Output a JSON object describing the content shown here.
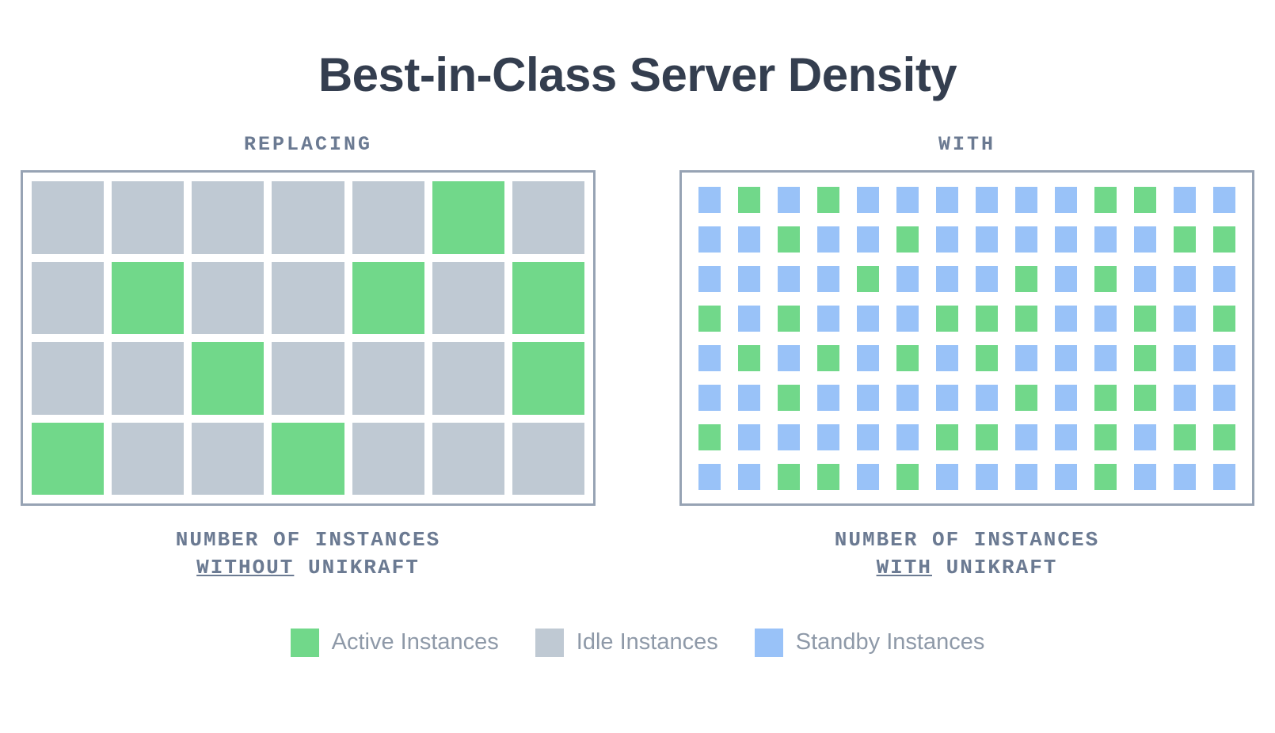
{
  "title": "Best-in-Class Server Density",
  "colors": {
    "active": "#71d88a",
    "idle": "#bfc9d3",
    "standby": "#99c2f8",
    "title_text": "#343e4f",
    "muted_text": "#6b7a92",
    "legend_text": "#8e99a8",
    "panel_border": "#97a3b4",
    "background": "#ffffff"
  },
  "panels": [
    {
      "heading": "REPLACING",
      "caption_line1": "NUMBER OF INSTANCES",
      "caption_emph": "WITHOUT",
      "caption_suffix": " UNIKRAFT",
      "columns": 7,
      "rows": 4,
      "base_state": "idle",
      "grid": [
        [
          "idle",
          "idle",
          "idle",
          "idle",
          "idle",
          "active",
          "idle"
        ],
        [
          "idle",
          "active",
          "idle",
          "idle",
          "active",
          "idle",
          "active"
        ],
        [
          "idle",
          "idle",
          "active",
          "idle",
          "idle",
          "idle",
          "active"
        ],
        [
          "active",
          "idle",
          "idle",
          "active",
          "idle",
          "idle",
          "idle"
        ]
      ]
    },
    {
      "heading": "WITH",
      "caption_line1": "NUMBER OF INSTANCES",
      "caption_emph": "WITH",
      "caption_suffix": " UNIKRAFT",
      "columns": 14,
      "rows": 8,
      "base_state": "standby",
      "grid": [
        [
          "standby",
          "active",
          "standby",
          "active",
          "standby",
          "standby",
          "standby",
          "standby",
          "standby",
          "standby",
          "active",
          "active",
          "standby",
          "standby"
        ],
        [
          "standby",
          "standby",
          "active",
          "standby",
          "standby",
          "active",
          "standby",
          "standby",
          "standby",
          "standby",
          "standby",
          "standby",
          "active",
          "active"
        ],
        [
          "standby",
          "standby",
          "standby",
          "standby",
          "active",
          "standby",
          "standby",
          "standby",
          "active",
          "standby",
          "active",
          "standby",
          "standby",
          "standby"
        ],
        [
          "active",
          "standby",
          "active",
          "standby",
          "standby",
          "standby",
          "active",
          "active",
          "active",
          "standby",
          "standby",
          "active",
          "standby",
          "active"
        ],
        [
          "standby",
          "active",
          "standby",
          "active",
          "standby",
          "active",
          "standby",
          "active",
          "standby",
          "standby",
          "standby",
          "active",
          "standby",
          "standby"
        ],
        [
          "standby",
          "standby",
          "active",
          "standby",
          "standby",
          "standby",
          "standby",
          "standby",
          "active",
          "standby",
          "active",
          "active",
          "standby",
          "standby"
        ],
        [
          "active",
          "standby",
          "standby",
          "standby",
          "standby",
          "standby",
          "active",
          "active",
          "standby",
          "standby",
          "active",
          "standby",
          "active",
          "active"
        ],
        [
          "standby",
          "standby",
          "active",
          "active",
          "standby",
          "active",
          "standby",
          "standby",
          "standby",
          "standby",
          "active",
          "standby",
          "standby",
          "standby"
        ]
      ]
    }
  ],
  "legend": [
    {
      "state": "active",
      "label": "Active Instances"
    },
    {
      "state": "idle",
      "label": "Idle Instances"
    },
    {
      "state": "standby",
      "label": "Standby Instances"
    }
  ],
  "chart_data": {
    "type": "heatmap",
    "title": "Best-in-Class Server Density",
    "xlabel": "",
    "ylabel": "",
    "grid": true,
    "legend_position": "bottom",
    "panels": [
      {
        "name": "REPLACING",
        "caption": "NUMBER OF INSTANCES WITHOUT UNIKRAFT",
        "rows": 4,
        "columns": 7,
        "total_cells": 28,
        "counts": {
          "active": 8,
          "idle": 20,
          "standby": 0
        }
      },
      {
        "name": "WITH",
        "caption": "NUMBER OF INSTANCES WITH UNIKRAFT",
        "rows": 8,
        "columns": 14,
        "total_cells": 112,
        "counts": {
          "active": 39,
          "idle": 0,
          "standby": 73
        }
      }
    ],
    "categories": [
      "Active Instances",
      "Idle Instances",
      "Standby Instances"
    ],
    "series": [
      {
        "name": "REPLACING (without Unikraft)",
        "values": [
          8,
          20,
          0
        ]
      },
      {
        "name": "WITH (with Unikraft)",
        "values": [
          39,
          0,
          73
        ]
      }
    ]
  }
}
